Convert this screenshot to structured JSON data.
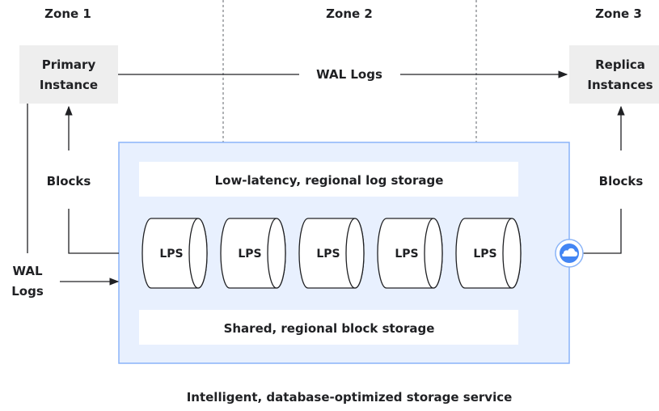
{
  "zones": {
    "zone1": "Zone 1",
    "zone2": "Zone 2",
    "zone3": "Zone 3"
  },
  "primary": {
    "line1": "Primary",
    "line2": "Instance"
  },
  "replica": {
    "line1": "Replica",
    "line2": "Instances"
  },
  "wal_top": "WAL Logs",
  "wal_left": {
    "line1": "WAL",
    "line2": "Logs"
  },
  "blocks_left": "Blocks",
  "blocks_right": "Blocks",
  "log_storage": "Low-latency, regional log storage",
  "block_storage": "Shared, regional block storage",
  "lps": [
    "LPS",
    "LPS",
    "LPS",
    "LPS",
    "LPS"
  ],
  "caption": "Intelligent, database-optimized storage service",
  "cloud_icon": "cloud-icon",
  "colors": {
    "service_box_fill": "#e8f0fe",
    "service_box_border": "#8ab4f8",
    "instance_box_fill": "#eeeeee",
    "cloud_badge": "#4285f4"
  }
}
